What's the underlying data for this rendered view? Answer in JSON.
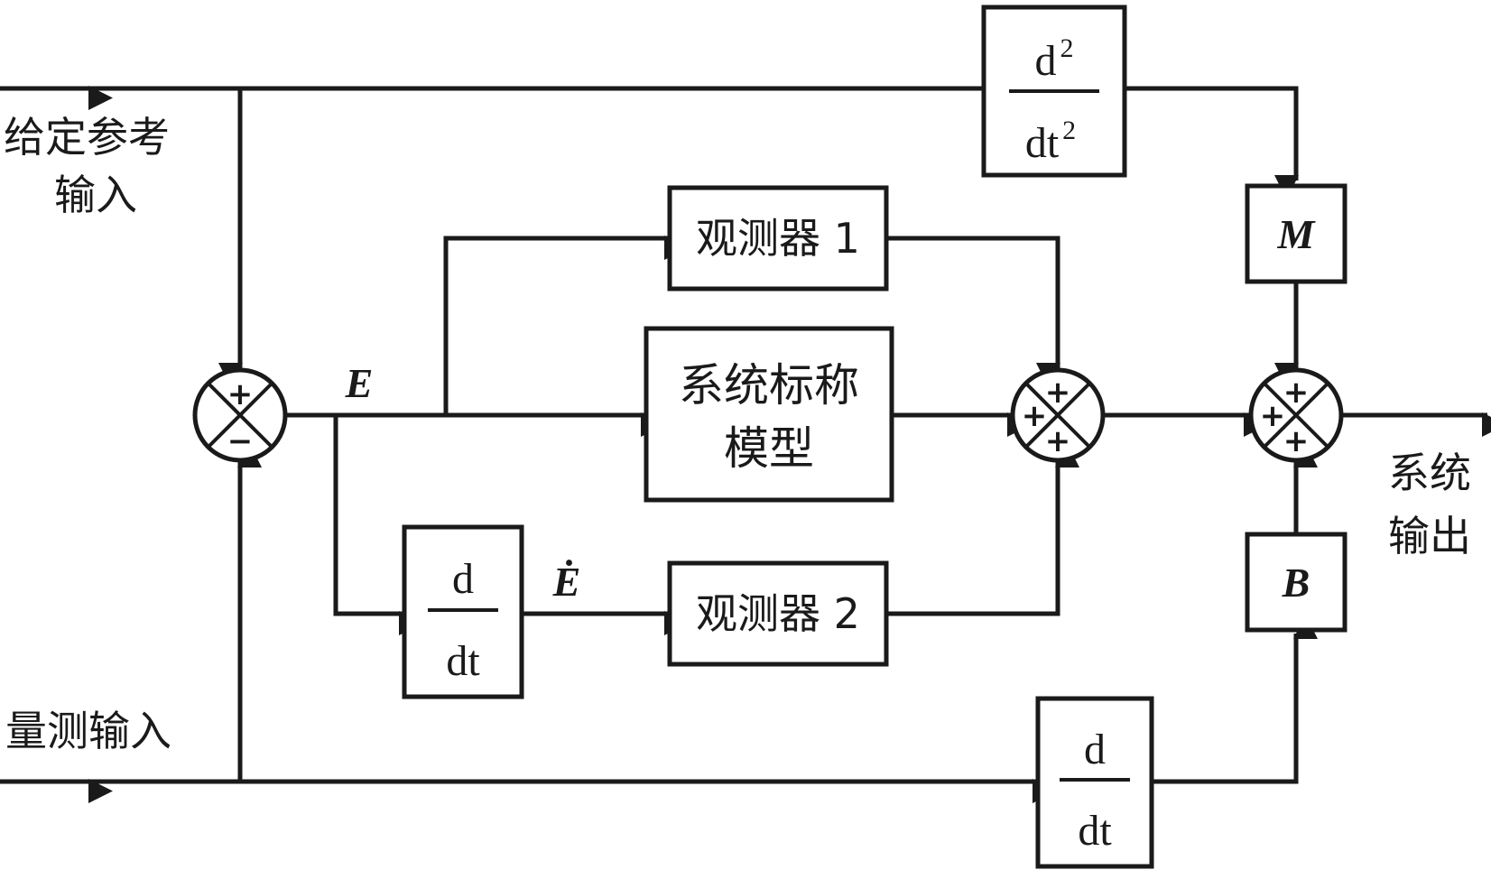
{
  "inputs": {
    "reference_line1": "给定参考",
    "reference_line2": "输入",
    "measured": "量测输入"
  },
  "output": {
    "line1": "系统",
    "line2": "输出"
  },
  "signals": {
    "error": "E",
    "error_dot": "Ė"
  },
  "blocks": {
    "observer1": "观测器 1",
    "observer2": "观测器 2",
    "nominal_model_line1": "系统标称",
    "nominal_model_line2": "模型",
    "gain_m": "M",
    "gain_b": "B",
    "second_derivative": {
      "numerator": "d",
      "num_power": "2",
      "denominator": "dt",
      "den_power": "2"
    },
    "derivative_error": {
      "numerator": "d",
      "denominator": "dt"
    },
    "derivative_measured": {
      "numerator": "d",
      "denominator": "dt"
    }
  },
  "summing_junctions": {
    "error_sum": {
      "top": "+",
      "bottom": "−"
    },
    "observer_sum": {
      "top": "+",
      "left": "+",
      "bottom": "+"
    },
    "output_sum": {
      "top": "+",
      "left": "+",
      "bottom": "+"
    }
  }
}
